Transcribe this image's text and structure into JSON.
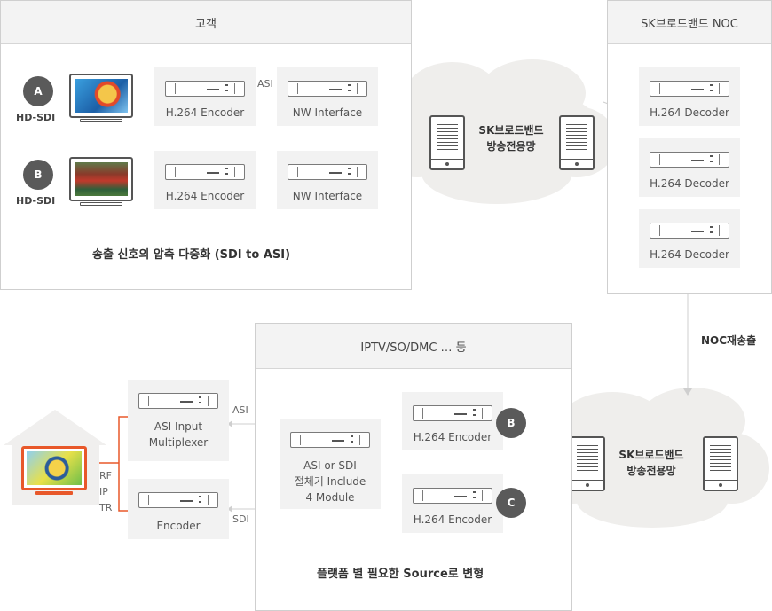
{
  "customer": {
    "title": "고객",
    "sources": [
      {
        "badge": "A",
        "label": "HD-SDI"
      },
      {
        "badge": "B",
        "label": "HD-SDI"
      }
    ],
    "encoder_label": "H.264 Encoder",
    "nw_label": "NW Interface",
    "asi_label": "ASI",
    "caption": "송출 신호의 압축 다중화 (SDI to ASI)"
  },
  "cloud_top": {
    "line1": "SK브로드밴드",
    "line2": "방송전용망"
  },
  "noc": {
    "title": "SK브로드밴드 NOC",
    "decoder_label": "H.264 Decoder"
  },
  "noc_retransmit": "NOC재송출",
  "cloud_bottom": {
    "line1": "SK브로드밴드",
    "line2": "방송전용망"
  },
  "platform": {
    "title": "IPTV/SO/DMC … 등",
    "encoders": [
      {
        "badge": "B",
        "label": "H.264 Encoder"
      },
      {
        "badge": "C",
        "label": "H.264 Encoder"
      }
    ],
    "cutter": {
      "line1": "ASI or SDI",
      "line2": "절체기 Include",
      "line3": "4 Module"
    },
    "caption": "플랫폼 별 필요한 Source로 변형"
  },
  "output": {
    "asi_mux": {
      "line1": "ASI Input",
      "line2": "Multiplexer"
    },
    "encoder_label": "Encoder",
    "asi_label": "ASI",
    "sdi_label": "SDI",
    "rf": "RF",
    "ip": "IP",
    "tr": "TR"
  },
  "colors": {
    "accent": "#e8582a",
    "cloud": "#efeeec",
    "box": "#f2f2f2"
  }
}
